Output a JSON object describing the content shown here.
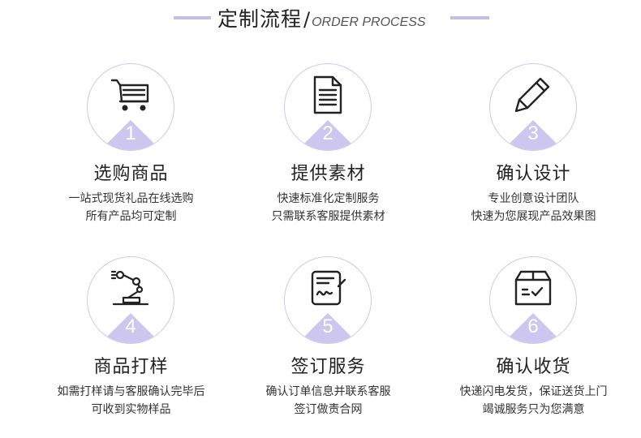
{
  "header": {
    "title_cn": "定制流程",
    "slash": "/",
    "title_en": "ORDER PROCESS"
  },
  "steps": [
    {
      "number": "1",
      "name": "选购商品",
      "desc_line1": "一站式现货礼品在线选购",
      "desc_line2": "所有产品均可定制",
      "icon": "shopping-cart-icon"
    },
    {
      "number": "2",
      "name": "提供素材",
      "desc_line1": "快速标准化定制服务",
      "desc_line2": "只需联系客服提供素材",
      "icon": "document-icon"
    },
    {
      "number": "3",
      "name": "确认设计",
      "desc_line1": "专业创意设计团队",
      "desc_line2": "快速为您展现产品效果图",
      "icon": "pencil-icon"
    },
    {
      "number": "4",
      "name": "商品打样",
      "desc_line1": "如需打样请与客服确认完毕后",
      "desc_line2": "可收到实物样品",
      "icon": "robot-arm-icon"
    },
    {
      "number": "5",
      "name": "签订服务",
      "desc_line1": "确认订单信息并联系客服",
      "desc_line2": "签订做责合网",
      "icon": "contract-signature-icon"
    },
    {
      "number": "6",
      "name": "确认收货",
      "desc_line1": "快递闪电发货，保证送货上门",
      "desc_line2": "竭诚服务只为您满意",
      "icon": "delivery-box-icon"
    }
  ],
  "colors": {
    "accent": "#cdc6ef",
    "circle_border": "#cfc8ee",
    "header_bar": "#c4bde6",
    "text": "#222222"
  }
}
